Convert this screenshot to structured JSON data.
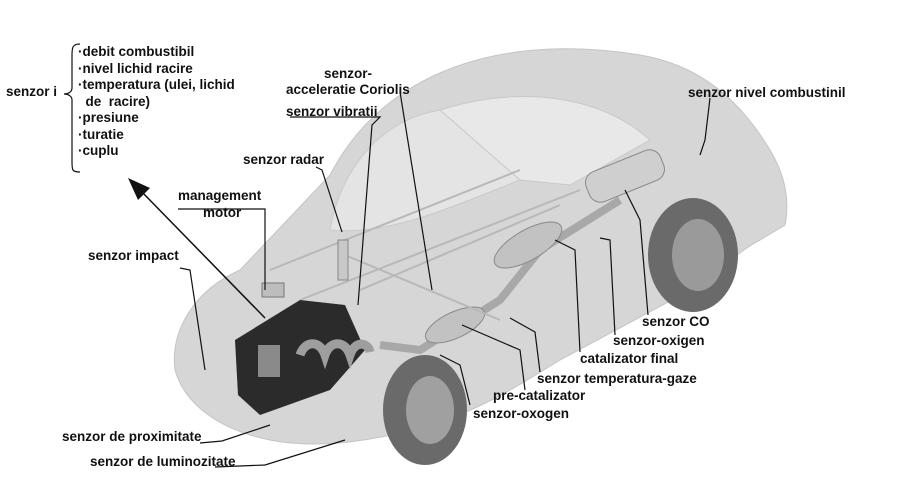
{
  "sensor_group": {
    "label": "senzor i",
    "items": [
      "·debit combustibil",
      "·nivel lichid racire",
      "·temperatura (ulei, lichid",
      "  de  racire)",
      "·presiune",
      "·turatie",
      "·cuplu"
    ]
  },
  "labels": {
    "coriolis_1": "senzor-",
    "coriolis_2": "acceleratie Coriolis",
    "vibratii": "senzor vibratii",
    "nivel_combustibil": "senzor nivel combustinil",
    "radar": "senzor radar",
    "management_1": "management",
    "management_2": "motor",
    "impact": "senzor impact",
    "co": "senzor CO",
    "oxigen": "senzor-oxigen",
    "catalizator_final": "catalizator final",
    "temperatura_gaze": "senzor temperatura-gaze",
    "pre_catalizator": "pre-catalizator",
    "oxogen": "senzor-oxogen",
    "proximitate": "senzor de proximitate",
    "luminozitate": "senzor de luminozitate"
  },
  "colors": {
    "body": "#d6d6d6",
    "body_dark": "#bdbdbd",
    "glass": "#e4e4e4",
    "tire": "#6a6a6a",
    "engine": "#2b2b2b",
    "line": "#111111"
  }
}
